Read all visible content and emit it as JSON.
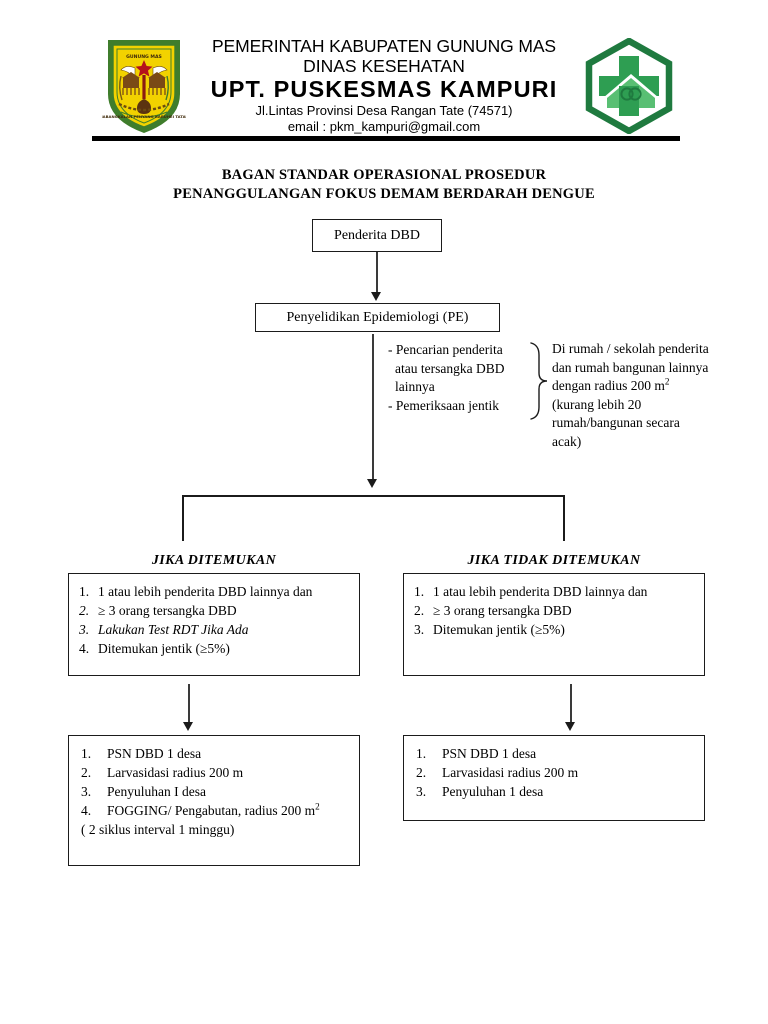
{
  "header": {
    "line1": "PEMERINTAH KABUPATEN GUNUNG MAS",
    "line2": "DINAS KESEHATAN",
    "line3": "UPT. PUSKESMAS KAMPURI",
    "line4": "Jl.Lintas Provinsi Desa Rangan Tate (74571)",
    "line5": "email : pkm_kampuri@gmail.com",
    "logo_left_name": "gunung-mas-regency-emblem",
    "logo_right_name": "puskesmas-logo",
    "colors": {
      "shield_fill": "#f2d200",
      "shield_border": "#3f7d2c",
      "puskesmas_green_dark": "#1f7a3f",
      "puskesmas_green_mid": "#2e9e52",
      "puskesmas_green_light": "#59bf73",
      "rule": "#000000"
    }
  },
  "document_title": {
    "line1": "BAGAN STANDAR OPERASIONAL PROSEDUR",
    "line2": "PENANGGULANGAN FOKUS DEMAM BERDARAH DENGUE"
  },
  "flow": {
    "start_box": "Penderita DBD",
    "pe_box": "Penyelidikan Epidemiologi (PE)",
    "pe_note_left": [
      "- Pencarian penderita",
      "atau tersangka DBD",
      "lainnya",
      "- Pemeriksaan jentik"
    ],
    "pe_note_right": [
      "Di rumah / sekolah penderita",
      "dan rumah bangunan lainnya",
      "dengan radius 200 m²",
      "(kurang lebih 20",
      "rumah/bangunan secara",
      "acak)"
    ],
    "branches": [
      {
        "heading": "JIKA DITEMUKAN",
        "conditions": [
          {
            "num": "1.",
            "text": "1 atau lebih penderita DBD lainnya dan",
            "italic_num": false,
            "italic_text": false
          },
          {
            "num": "2.",
            "text": "≥ 3 orang tersangka DBD",
            "italic_num": true,
            "italic_text": false
          },
          {
            "num": "3.",
            "text": "Lakukan Test RDT Jika Ada",
            "italic_num": true,
            "italic_text": true
          },
          {
            "num": "4.",
            "text": "Ditemukan jentik (≥5%)",
            "italic_num": false,
            "italic_text": false
          }
        ],
        "actions": [
          {
            "num": "1.",
            "text": "PSN  DBD  1 desa"
          },
          {
            "num": "2.",
            "text": "Larvasidasi  radius 200 m"
          },
          {
            "num": "3.",
            "text": "Penyuluhan I desa"
          },
          {
            "num": "4.",
            "text": "FOGGING/ Pengabutan, radius 200 m²"
          }
        ],
        "actions_subline": "( 2 siklus interval 1 minggu)"
      },
      {
        "heading": "JIKA TIDAK DITEMUKAN",
        "conditions": [
          {
            "num": "1.",
            "text": "1 atau lebih penderita DBD lainnya dan",
            "italic_num": false,
            "italic_text": false
          },
          {
            "num": "2.",
            "text": "≥ 3 orang tersangka DBD",
            "italic_num": false,
            "italic_text": false
          },
          {
            "num": "3.",
            "text": "Ditemukan jentik (≥5%)",
            "italic_num": false,
            "italic_text": false
          }
        ],
        "actions": [
          {
            "num": "1.",
            "text": "PSN DBD 1 desa"
          },
          {
            "num": "2.",
            "text": "Larvasidasi radius 200 m"
          },
          {
            "num": "3.",
            "text": "Penyuluhan 1 desa"
          }
        ],
        "actions_subline": ""
      }
    ]
  }
}
